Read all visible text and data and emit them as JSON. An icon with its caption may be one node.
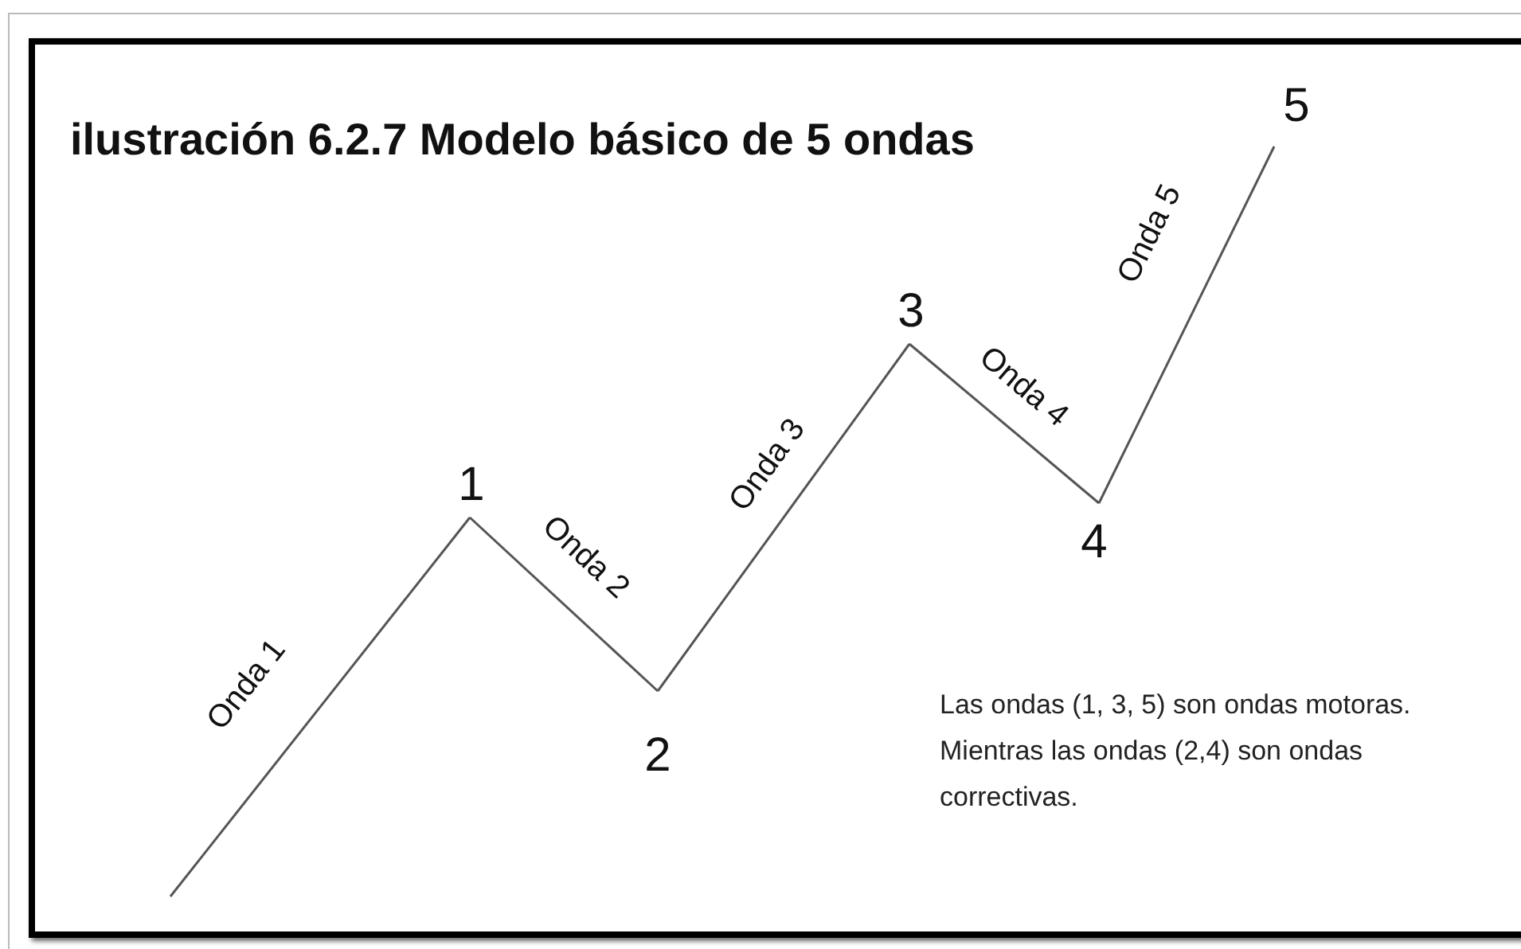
{
  "diagram": {
    "title": "ilustración 6.2.7 Modelo básico de 5 ondas",
    "nodes": [
      {
        "text": [
          "1"
        ]
      },
      {
        "text": [
          "2"
        ]
      },
      {
        "text": [
          "3"
        ]
      },
      {
        "text": [
          "4"
        ]
      },
      {
        "text": [
          "5"
        ]
      }
    ],
    "edges": [
      {
        "from": null,
        "to": 0,
        "arrow": "none",
        "label": "Onda 1"
      },
      {
        "from": 0,
        "to": 1,
        "arrow": "none",
        "label": "Onda 2"
      },
      {
        "from": 1,
        "to": 2,
        "arrow": "none",
        "label": "Onda 3"
      },
      {
        "from": 2,
        "to": 3,
        "arrow": "none",
        "label": "Onda 4"
      },
      {
        "from": 3,
        "to": 4,
        "arrow": "none",
        "label": "Onda 5"
      }
    ],
    "labels": [
      "Las ondas (1, 3, 5) son ondas motoras. Mientras las ondas (2,4) son ondas correctivas."
    ]
  }
}
